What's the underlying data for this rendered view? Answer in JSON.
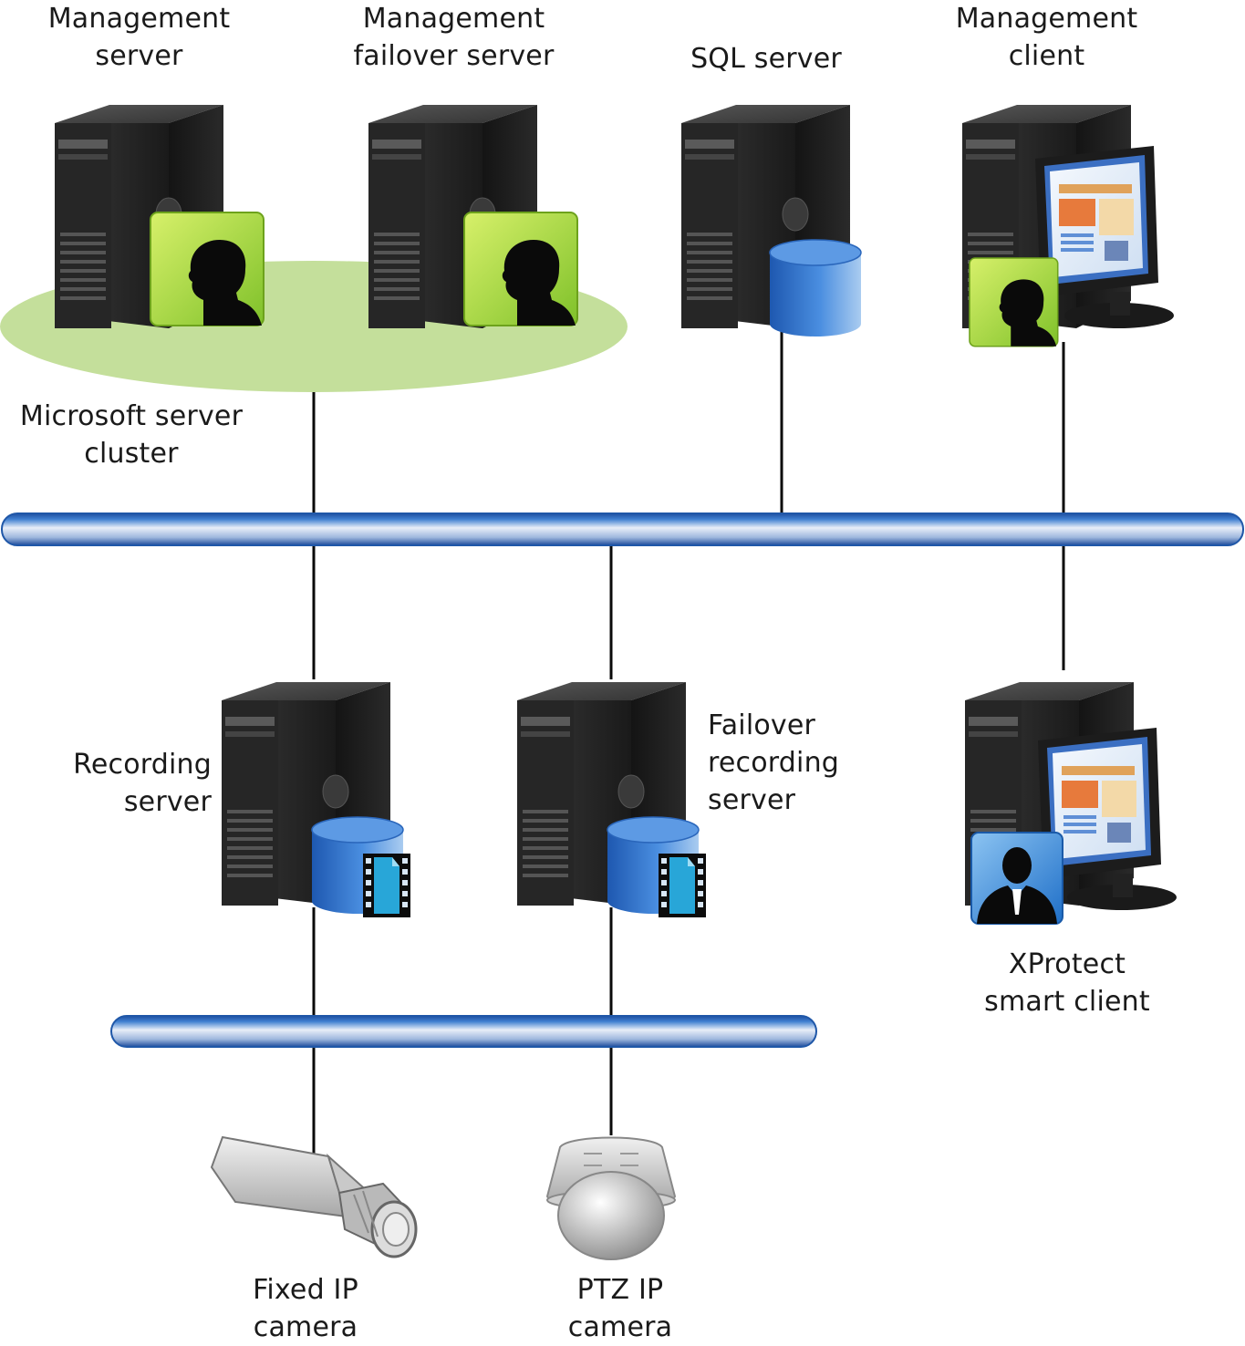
{
  "labels": {
    "management_server": [
      "Management",
      "server"
    ],
    "management_failover_server": [
      "Management",
      "failover server"
    ],
    "sql_server": [
      "SQL server"
    ],
    "management_client": [
      "Management",
      "client"
    ],
    "cluster": [
      "Microsoft server",
      "cluster"
    ],
    "recording_server": [
      "Recording",
      "server"
    ],
    "failover_recording_server": [
      "Failover",
      "recording",
      "server"
    ],
    "smart_client": [
      "XProtect",
      "smart client"
    ],
    "fixed_camera": [
      "Fixed IP",
      "camera"
    ],
    "ptz_camera": [
      "PTZ IP",
      "camera"
    ]
  },
  "colors": {
    "cluster_fill": "#c4df9b",
    "network_blue": "#2a64b8",
    "server_body": "#1e1e1e",
    "admin_badge": "#9ad13a",
    "user_badge": "#3b8ed6",
    "database": "#2f6ec4"
  },
  "icons": {
    "server": "server-tower-icon",
    "admin": "admin-user-icon",
    "user": "user-icon",
    "database": "database-icon",
    "video": "video-file-icon",
    "monitor": "monitor-icon",
    "fixed_camera": "fixed-camera-icon",
    "ptz_camera": "ptz-dome-camera-icon"
  }
}
